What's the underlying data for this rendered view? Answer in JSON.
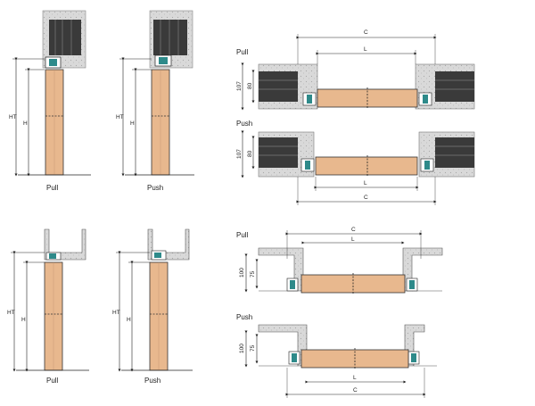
{
  "labels": {
    "pull": "Pull",
    "push": "Push",
    "ht": "HT",
    "h": "H",
    "c": "C",
    "l": "L",
    "dim_107": "107",
    "dim_80": "80",
    "dim_100": "100",
    "dim_75": "75"
  },
  "colors": {
    "door_panel": "#e8b88e",
    "concrete": "#d9d9d9",
    "dark_block": "#3a3a3a",
    "profile": "#2e8a8a",
    "line": "#222222"
  }
}
